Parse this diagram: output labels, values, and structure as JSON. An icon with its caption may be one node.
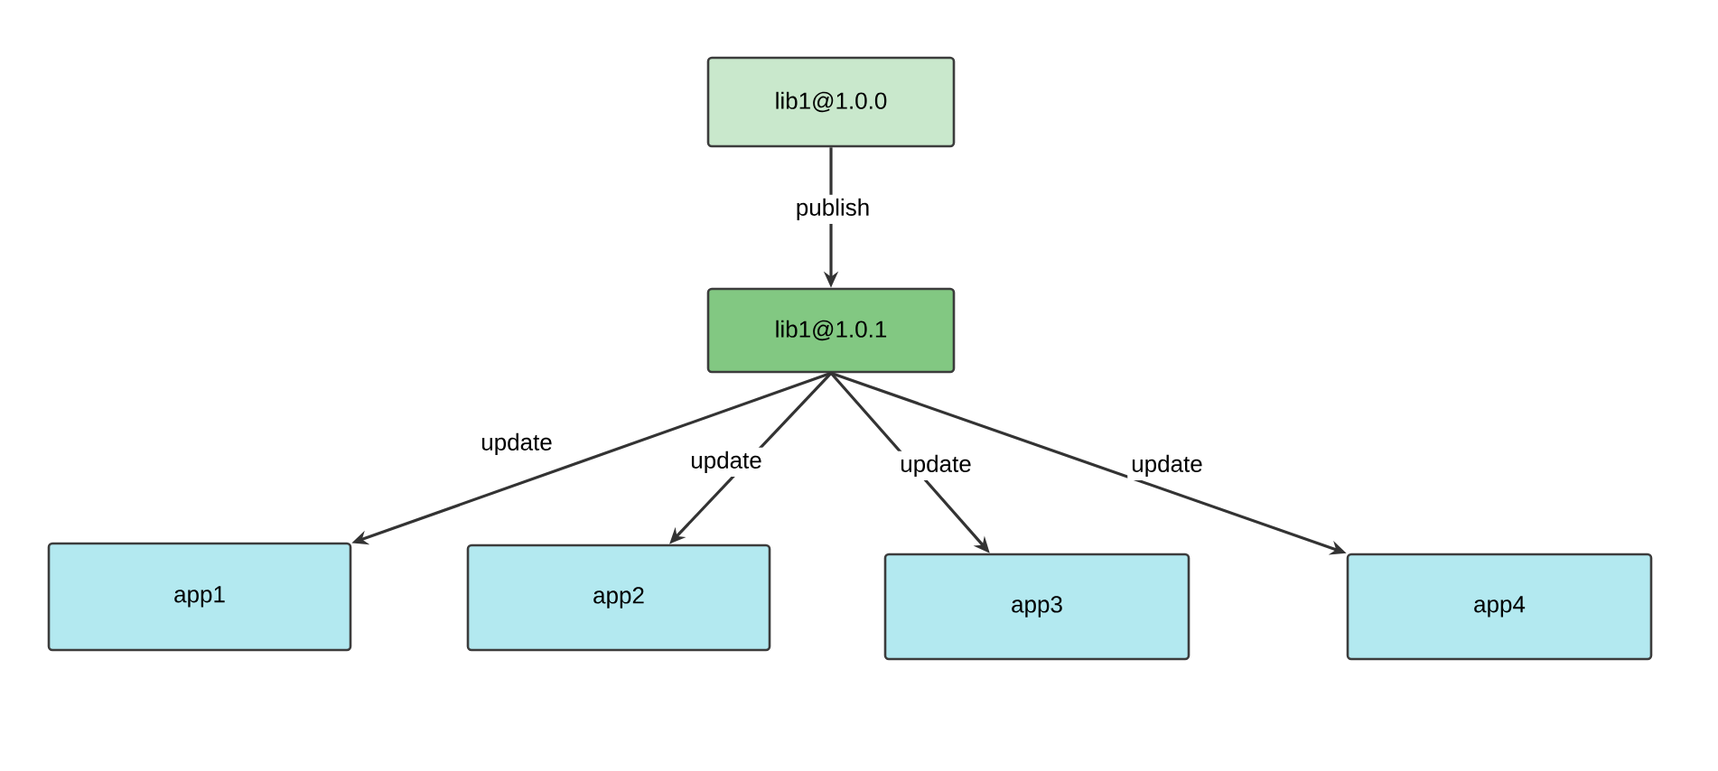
{
  "diagram": {
    "nodes": [
      {
        "text": [
          "lib1@1.0.0"
        ]
      },
      {
        "text": [
          "lib1@1.0.1"
        ]
      },
      {
        "text": [
          "app1"
        ]
      },
      {
        "text": [
          "app2"
        ]
      },
      {
        "text": [
          "app3"
        ]
      },
      {
        "text": [
          "app4"
        ]
      }
    ],
    "edges": [
      {
        "from": 0,
        "to": 1,
        "arrow": "to",
        "label": "publish"
      },
      {
        "from": 1,
        "to": 2,
        "arrow": "to",
        "label": "update"
      },
      {
        "from": 1,
        "to": 3,
        "arrow": "to",
        "label": "update"
      },
      {
        "from": 1,
        "to": 4,
        "arrow": "to",
        "label": "update"
      },
      {
        "from": 1,
        "to": 5,
        "arrow": "to",
        "label": "update"
      }
    ]
  }
}
